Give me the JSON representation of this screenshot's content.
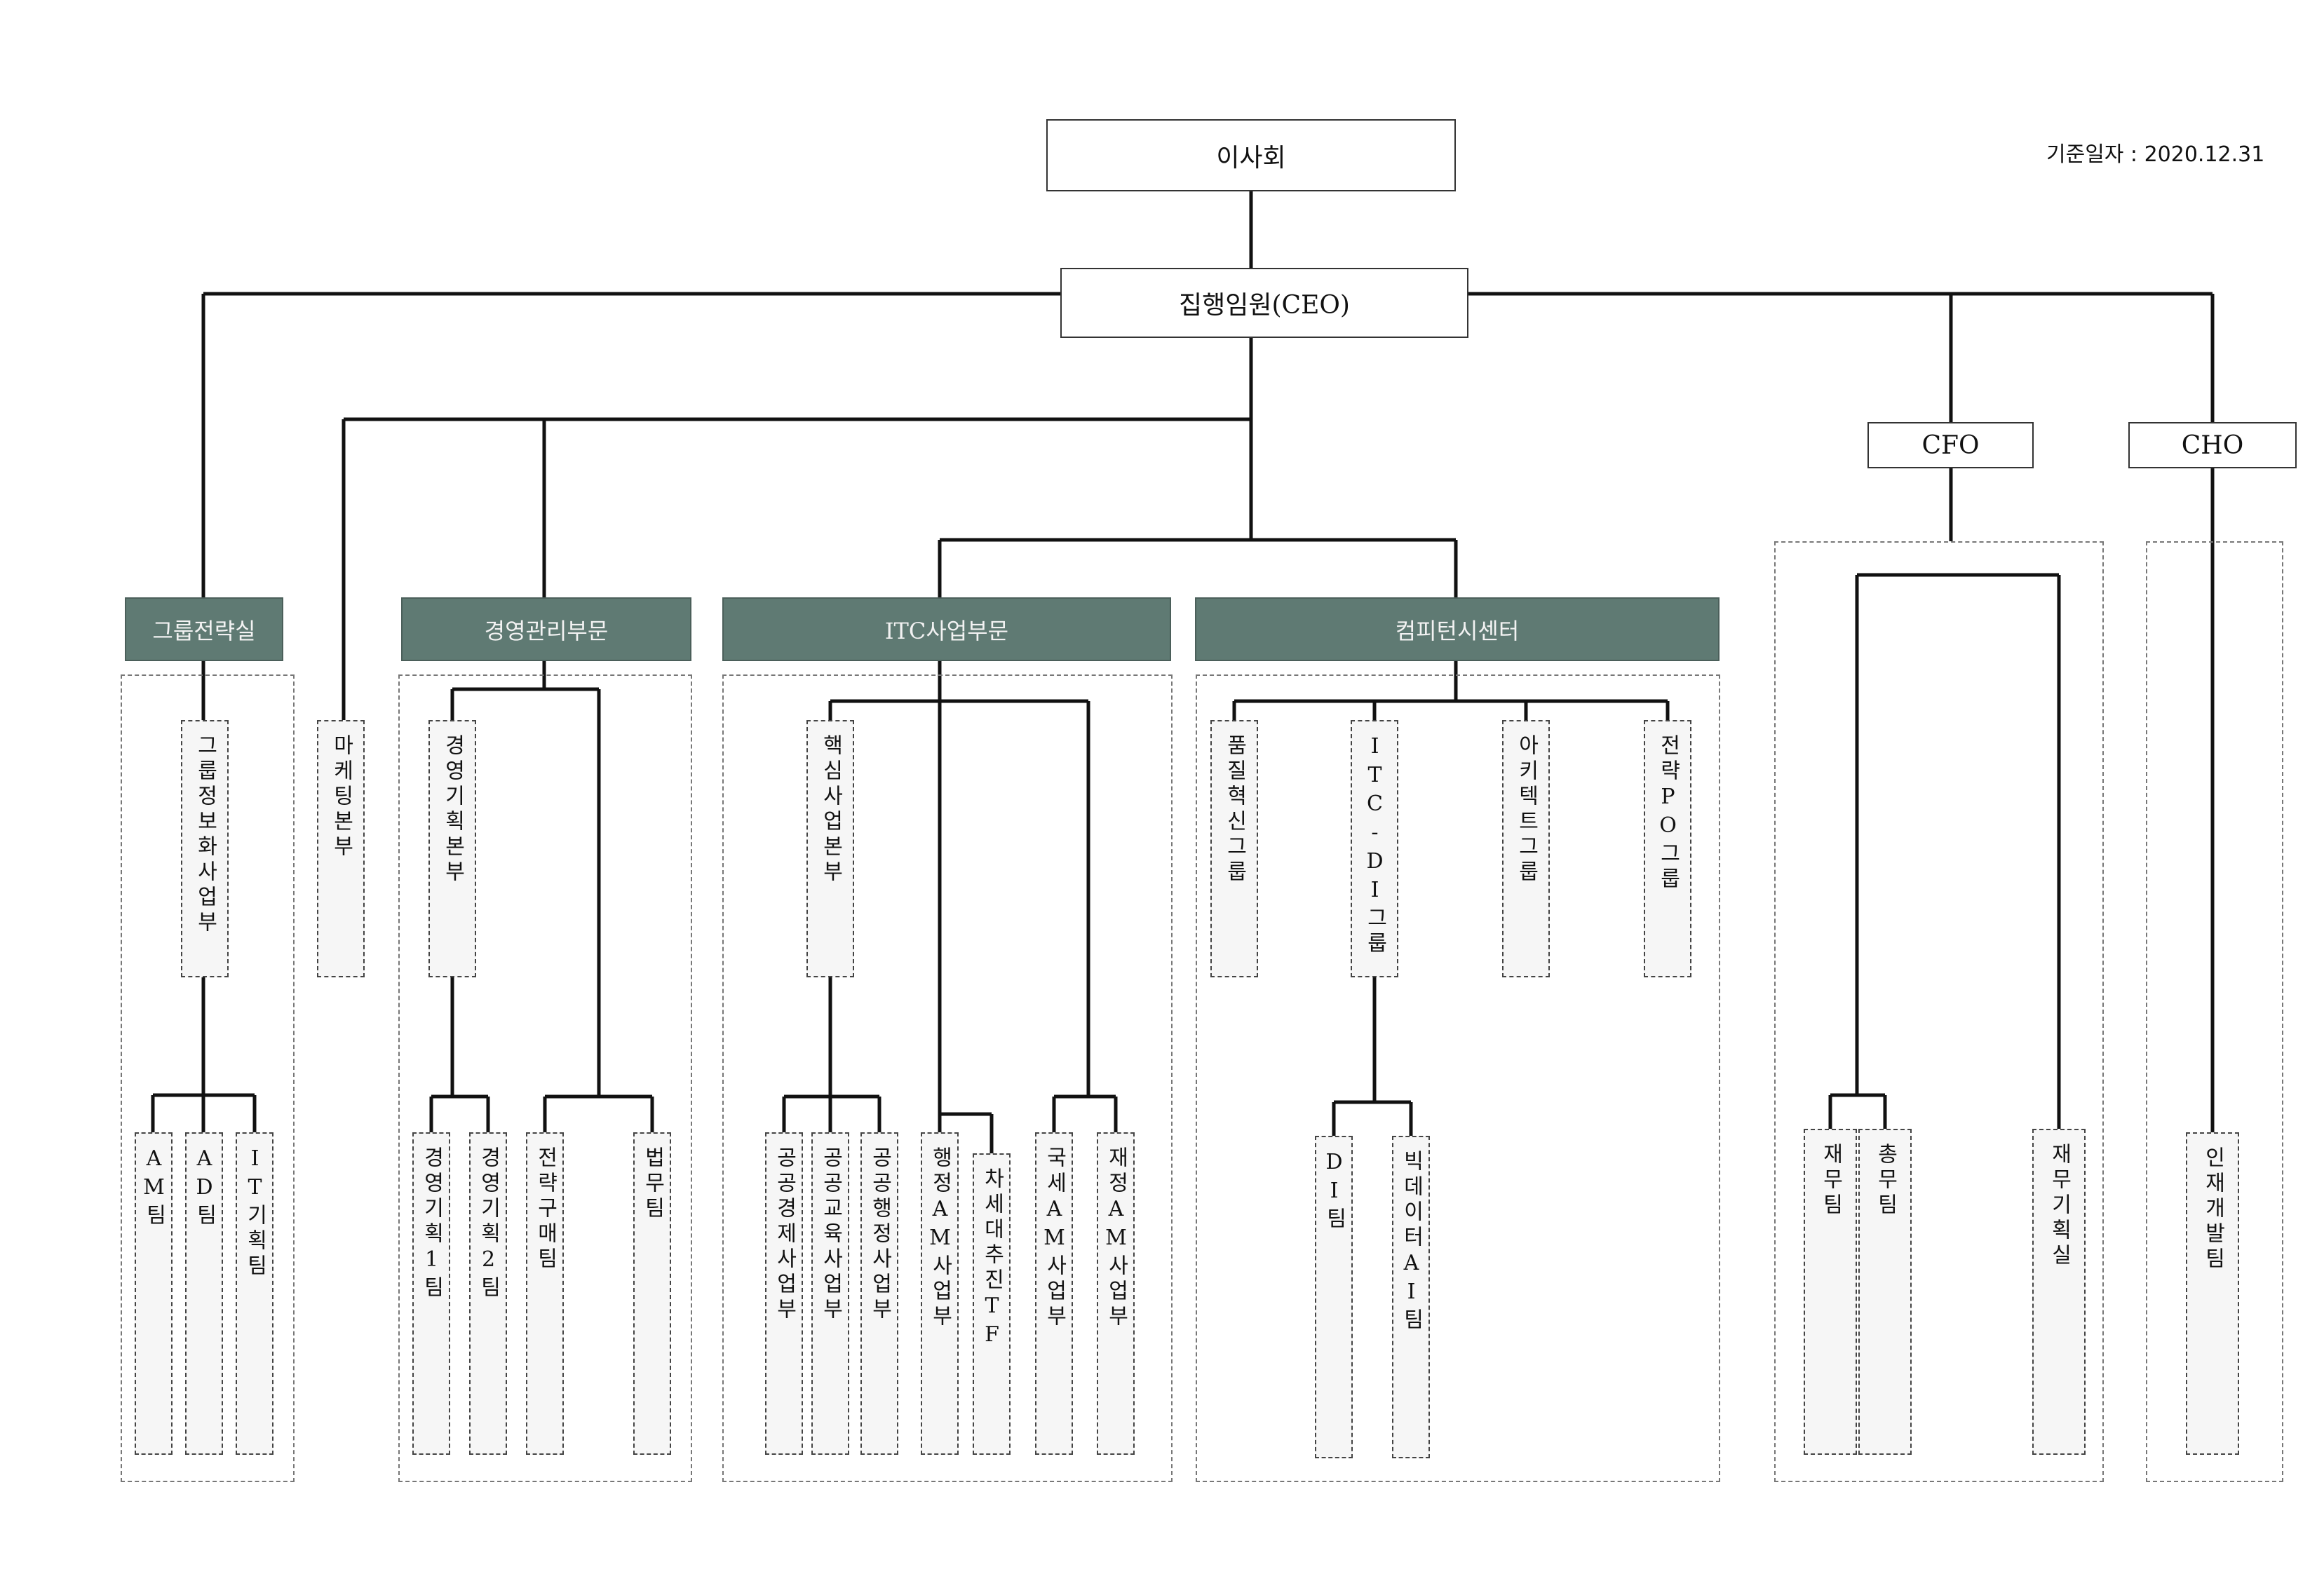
{
  "date_label": "기준일자 : 2020.12.31",
  "board": "이사회",
  "ceo": "집행임원(CEO)",
  "cfo": "CFO",
  "cho": "CHO",
  "divisions": {
    "group_strategy": "그룹전략실",
    "management": "경영관리부문",
    "itc": "ITC사업부문",
    "competency": "컴피턴시센터"
  },
  "units": {
    "group_info": "그룹정보화사업부",
    "marketing": "마케팅본부",
    "mgmt_planning": "경영기획본부",
    "core_business": "핵심사업본부",
    "quality": "품질혁신그룹",
    "itc_di": "ITC-DI그룹",
    "architect": "아키텍트그룹",
    "strategy_po": "전략PO그룹"
  },
  "teams": {
    "am": "AM팀",
    "ad": "AD팀",
    "it_planning": "IT기획팀",
    "mgmt1": "경영기획1팀",
    "mgmt2": "경영기획2팀",
    "purchase": "전략구매팀",
    "legal": "법무팀",
    "public_econ": "공공경제사업부",
    "public_edu": "공공교육사업부",
    "public_admin": "공공행정사업부",
    "admin_am": "행정AM사업부",
    "next_gen": "차세대추진TF",
    "national_tax": "국세AM사업부",
    "finance_am": "재정AM사업부",
    "di": "DI팀",
    "bigdata": "빅데이터AI팀",
    "finance": "재무팀",
    "general": "총무팀",
    "finance_planning": "재무기획실",
    "hr_dev": "인재개발팀"
  }
}
